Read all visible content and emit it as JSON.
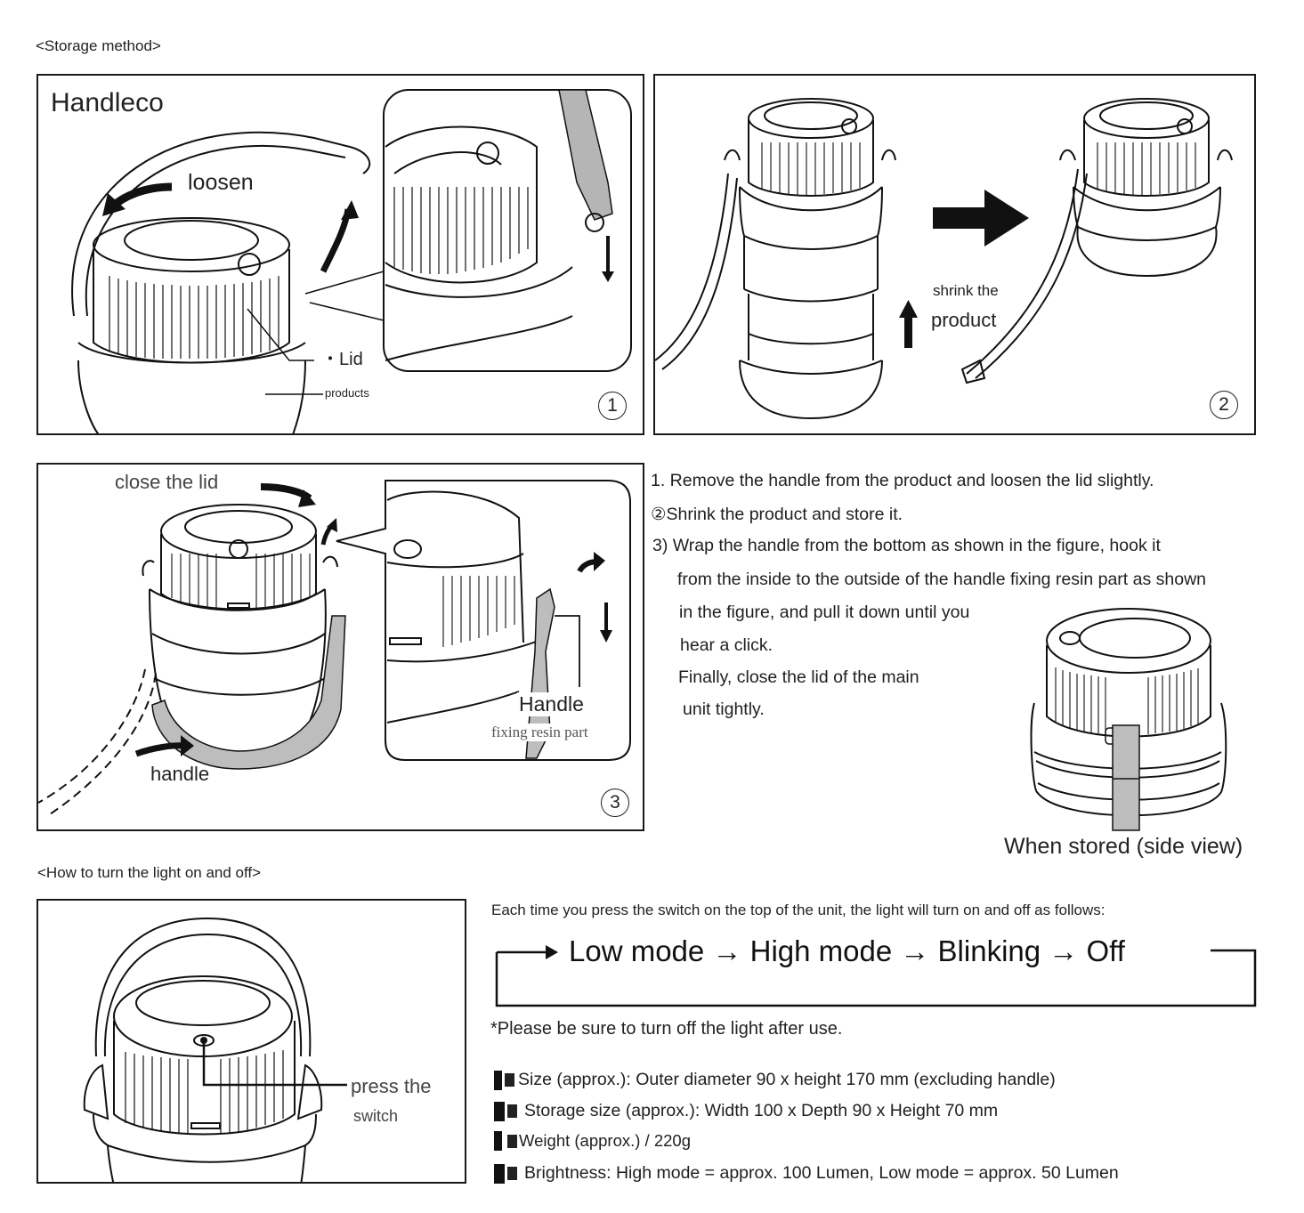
{
  "sections": {
    "storage_title": "<Storage method>",
    "light_title": "<How to turn the light on and off>"
  },
  "panel1": {
    "brand": "Handleco",
    "loosen_label": "loosen",
    "lid_label": "・Lid",
    "products_label": "products",
    "step_number": "1"
  },
  "panel2": {
    "shrink_line1": "shrink the",
    "shrink_line2": "product",
    "step_number": "2"
  },
  "panel3": {
    "close_label": "close the lid",
    "handle_label": "handle",
    "callout_line1": "Handle",
    "callout_line2": "fixing resin part",
    "step_number": "3"
  },
  "instructions": {
    "line1": "1. Remove the handle from the product and loosen the lid slightly.",
    "line2": "②Shrink the product and store it.",
    "line3": "3) Wrap the handle from the bottom as shown in the figure, hook it",
    "line4": "from the inside to the outside of the handle fixing resin part as shown",
    "line5": "in the figure, and pull it down until you",
    "line6": "hear a click.",
    "line7": "Finally, close the lid of the main",
    "line8": "unit tightly.",
    "stored_caption": "When stored (side view)"
  },
  "light": {
    "press_line1": "press the",
    "press_line2": "switch",
    "intro": "Each time you press the switch on the top of the unit, the light will turn on and off as follows:",
    "cycle": [
      "Low mode",
      "High mode",
      "Blinking",
      "Off"
    ],
    "arrow": "→",
    "note": "*Please be sure to turn off the light after use."
  },
  "specs": [
    {
      "text": "Size (approx.): Outer diameter 90 x height 170 mm (excluding handle)"
    },
    {
      "text": "Storage size (approx.): Width 100 x Depth 90 x Height 70 mm"
    },
    {
      "text": "Weight (approx.) / 220g"
    },
    {
      "text": "Brightness: High mode = approx. 100 Lumen, Low mode = approx. 50 Lumen"
    }
  ]
}
